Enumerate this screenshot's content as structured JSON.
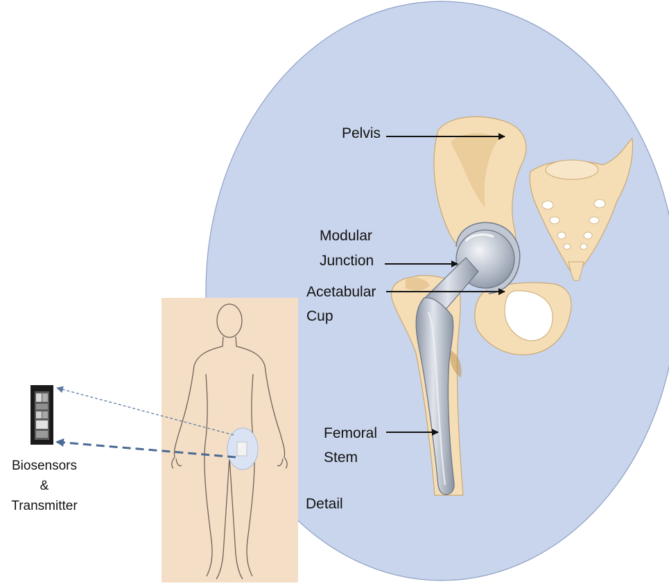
{
  "labels": {
    "pelvis": "Pelvis",
    "modular_line1": "Modular",
    "modular_line2": "Junction",
    "acetabular_line1": "Acetabular",
    "acetabular_line2": "Cup",
    "femoral_line1": "Femoral",
    "femoral_line2": "Stem",
    "detail": "Detail",
    "biosensors_line1": "Biosensors",
    "biosensors_line2": "&",
    "biosensors_line3": "Transmitter"
  },
  "colors": {
    "detail_ellipse": "#c9d5ec",
    "body_panel": "#f4dec6",
    "bone": "#f5deb6",
    "bone_shade": "#e8c896",
    "implant_metal": "#a9b1bf",
    "implant_highlight": "#dde2ea",
    "arrow": "#111111",
    "dashed_arrow": "#4a6a94",
    "device": "#1a1a1a"
  },
  "icons": [
    "body-outline-icon",
    "hip-implant-icon",
    "pelvis-icon",
    "femur-icon",
    "sensor-device-icon"
  ]
}
